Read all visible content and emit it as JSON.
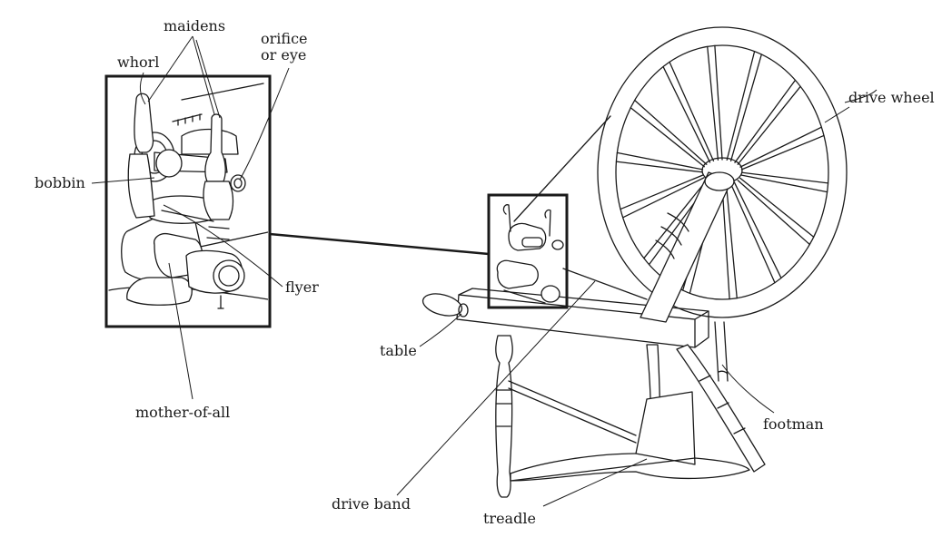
{
  "labels": {
    "whorl": "whorl",
    "maidens": "maidens",
    "orifice": "orifice\nor eye",
    "bobbin": "bobbin",
    "flyer": "flyer",
    "mother_of_all": "mother-of-all",
    "drive_wheel": "drive wheel",
    "table": "table",
    "footman": "footman",
    "drive_band": "drive band",
    "treadle": "treadle"
  }
}
